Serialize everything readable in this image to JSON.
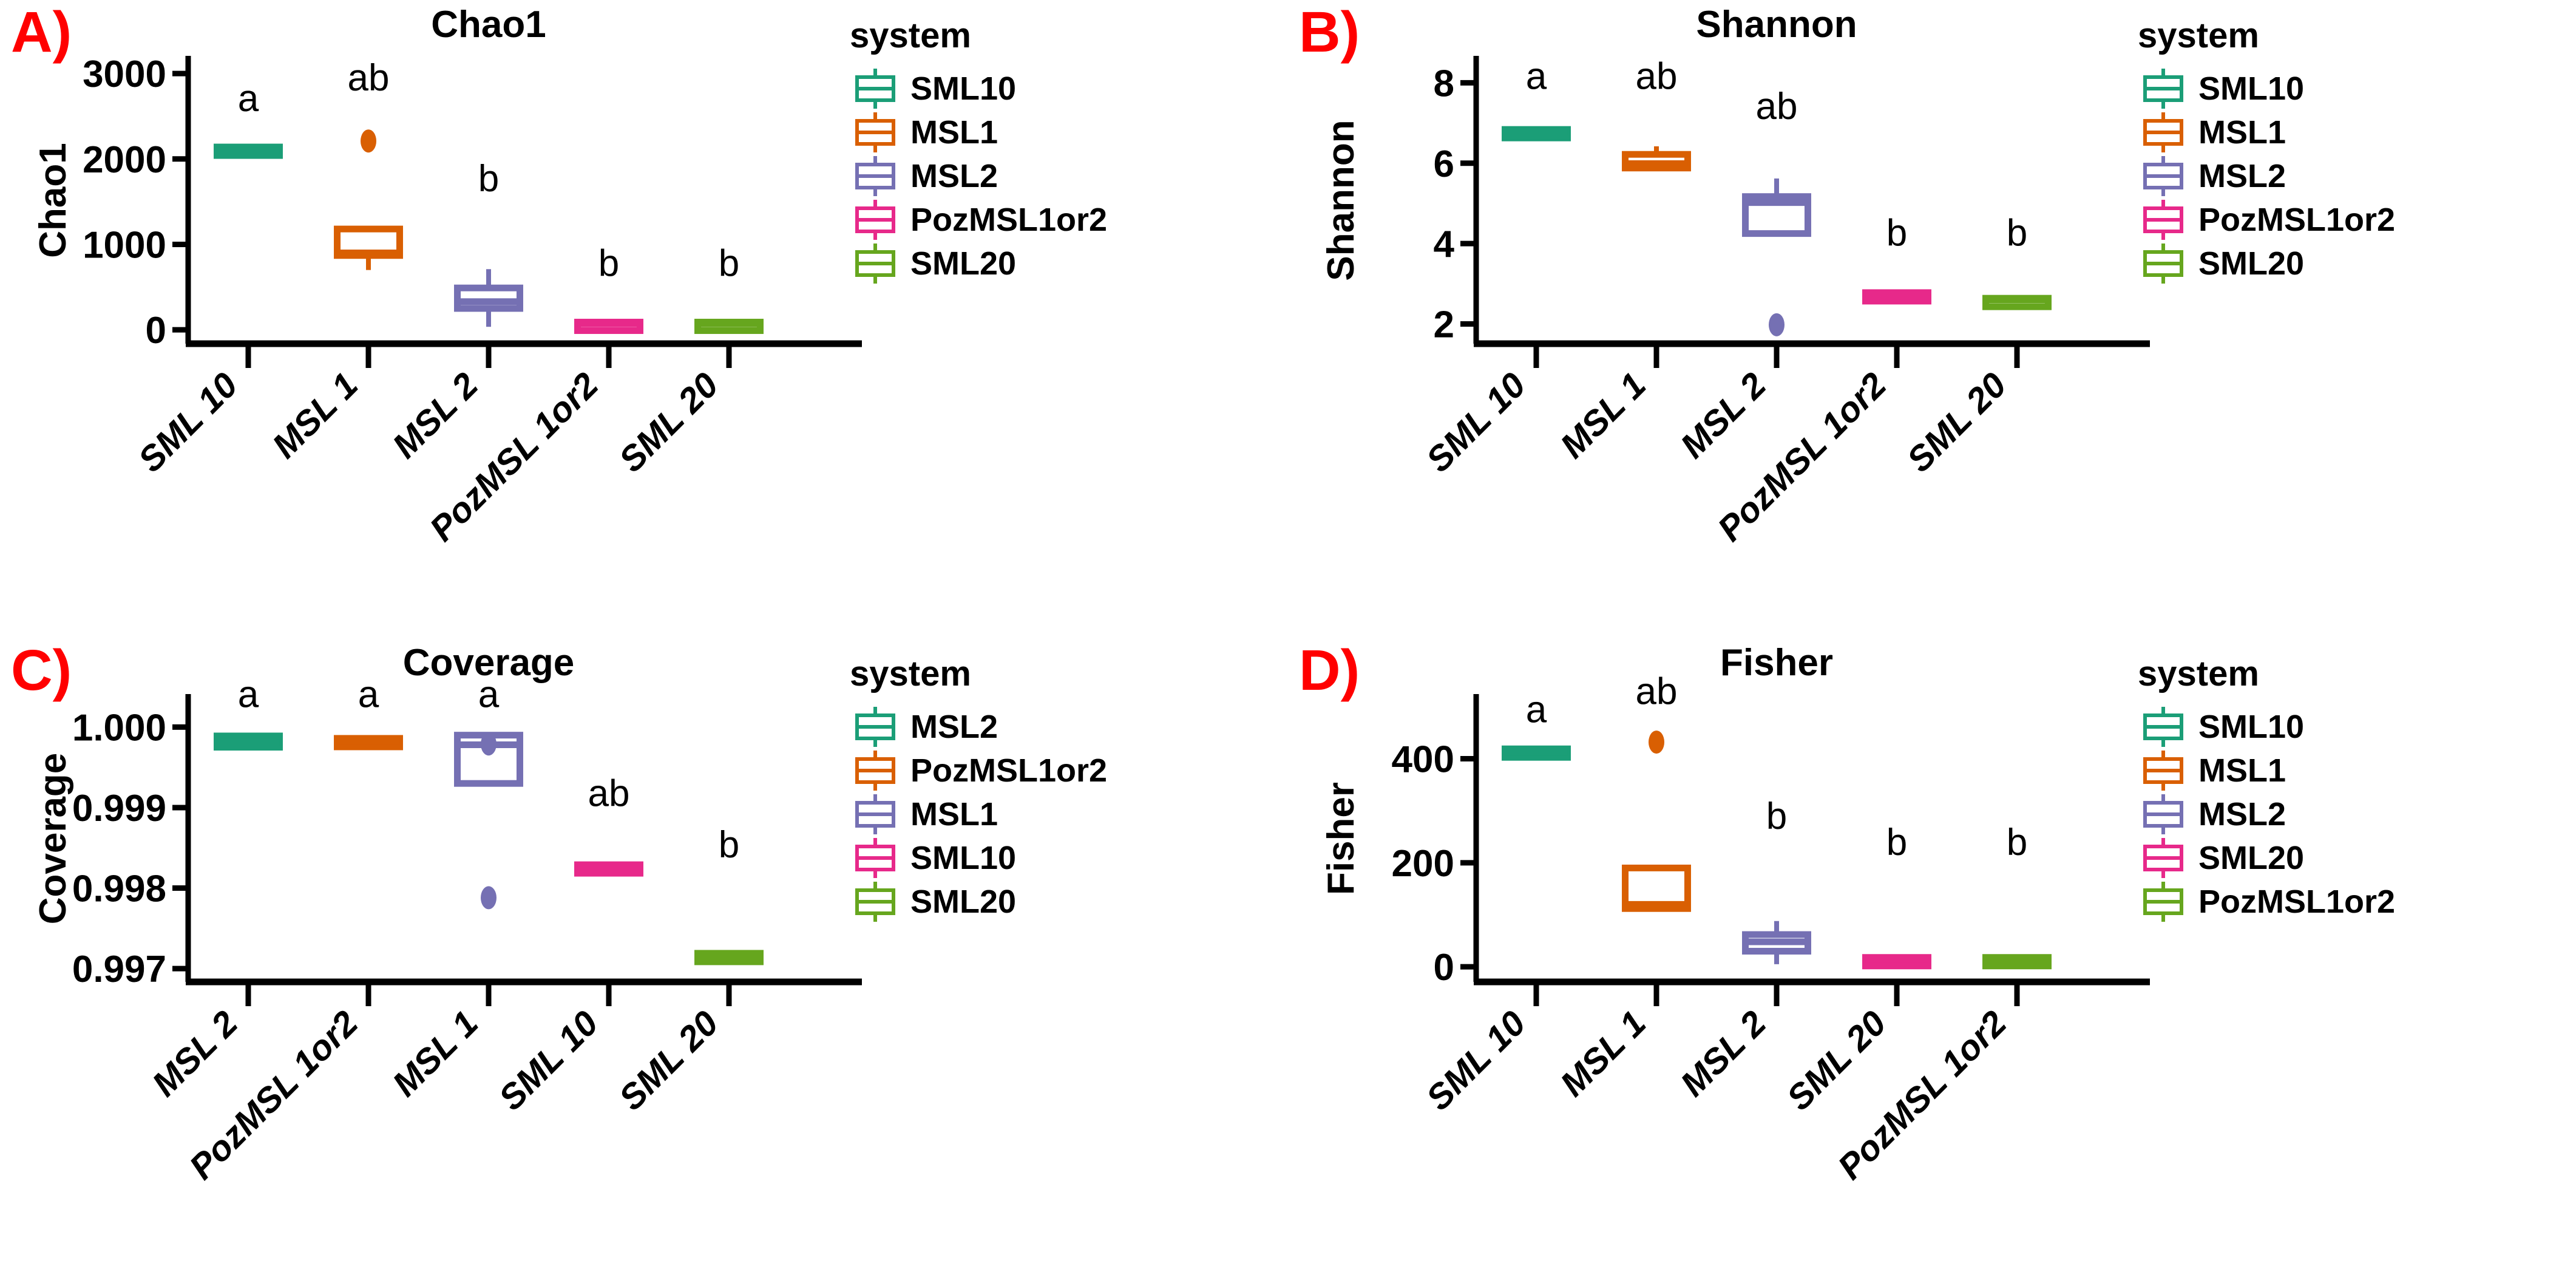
{
  "figure": {
    "background": "#ffffff",
    "panel_letter_color": "#ff0000",
    "palette": {
      "teal": "#1B9E77",
      "orange": "#D95F02",
      "purple": "#7570B3",
      "pink": "#E7298A",
      "green": "#66A61E"
    }
  },
  "panels": [
    {
      "letter": "A)",
      "title": "Chao1",
      "ylabel": "Chao1",
      "legend_title": "system",
      "legend": [
        {
          "label": "SML10",
          "color": "#1B9E77"
        },
        {
          "label": "MSL1",
          "color": "#D95F02"
        },
        {
          "label": "MSL2",
          "color": "#7570B3"
        },
        {
          "label": "PozMSL1or2",
          "color": "#E7298A"
        },
        {
          "label": "SML20",
          "color": "#66A61E"
        }
      ],
      "chart_data": {
        "type": "box",
        "title": "Chao1",
        "xlabel": "",
        "ylabel": "Chao1",
        "ylim": [
          -120,
          3150
        ],
        "yticks": [
          0,
          1000,
          2000,
          3000
        ],
        "ytick_labels": [
          "0",
          "1000",
          "2000",
          "3000"
        ],
        "categories": [
          "SML 10",
          "MSL 1",
          "MSL 2",
          "PozMSL 1or2",
          "SML 20"
        ],
        "annotations": [
          "a",
          "ab",
          "b",
          "b",
          "b"
        ],
        "annotation_y": [
          2560,
          2800,
          1620,
          630,
          630
        ],
        "boxes": [
          {
            "name": "SML 10",
            "color": "#1B9E77",
            "q1": 2060,
            "median": 2100,
            "q3": 2140,
            "lower_whisker": 2060,
            "upper_whisker": 2140,
            "outliers": []
          },
          {
            "name": "MSL 1",
            "color": "#D95F02",
            "q1": 870,
            "median": 900,
            "q3": 1180,
            "lower_whisker": 700,
            "upper_whisker": 1180,
            "outliers": [
              2210
            ]
          },
          {
            "name": "MSL 2",
            "color": "#7570B3",
            "q1": 250,
            "median": 330,
            "q3": 490,
            "lower_whisker": 35,
            "upper_whisker": 710,
            "outliers": []
          },
          {
            "name": "PozMSL 1or2",
            "color": "#E7298A",
            "q1": 50,
            "median": 70,
            "q3": 90,
            "lower_whisker": 50,
            "upper_whisker": 90,
            "outliers": []
          },
          {
            "name": "SML 20",
            "color": "#66A61E",
            "q1": 50,
            "median": 70,
            "q3": 90,
            "lower_whisker": 50,
            "upper_whisker": 90,
            "outliers": []
          }
        ]
      }
    },
    {
      "letter": "B)",
      "title": "Shannon",
      "ylabel": "Shannon",
      "legend_title": "system",
      "legend": [
        {
          "label": "SML10",
          "color": "#1B9E77"
        },
        {
          "label": "MSL1",
          "color": "#D95F02"
        },
        {
          "label": "MSL2",
          "color": "#7570B3"
        },
        {
          "label": "PozMSL1or2",
          "color": "#E7298A"
        },
        {
          "label": "SML20",
          "color": "#66A61E"
        }
      ],
      "chart_data": {
        "type": "box",
        "title": "Shannon",
        "xlabel": "",
        "ylabel": "Shannon",
        "ylim": [
          1.6,
          8.55
        ],
        "yticks": [
          2,
          4,
          6,
          8
        ],
        "ytick_labels": [
          "2",
          "4",
          "6",
          "8"
        ],
        "categories": [
          "SML 10",
          "MSL 1",
          "MSL 2",
          "PozMSL 1or2",
          "SML 20"
        ],
        "annotations": [
          "a",
          "ab",
          "ab",
          "b",
          "b"
        ],
        "annotation_y": [
          7.85,
          7.85,
          7.1,
          3.95,
          3.95
        ],
        "boxes": [
          {
            "name": "SML 10",
            "color": "#1B9E77",
            "q1": 6.72,
            "median": 6.78,
            "q3": 6.84,
            "lower_whisker": 6.72,
            "upper_whisker": 6.84,
            "outliers": []
          },
          {
            "name": "MSL 1",
            "color": "#D95F02",
            "q1": 5.88,
            "median": 5.99,
            "q3": 6.22,
            "lower_whisker": 5.82,
            "upper_whisker": 6.42,
            "outliers": []
          },
          {
            "name": "MSL 2",
            "color": "#7570B3",
            "q1": 4.25,
            "median": 5.02,
            "q3": 5.17,
            "lower_whisker": 4.25,
            "upper_whisker": 5.62,
            "outliers": [
              1.98
            ]
          },
          {
            "name": "PozMSL 1or2",
            "color": "#E7298A",
            "q1": 2.68,
            "median": 2.73,
            "q3": 2.78,
            "lower_whisker": 2.68,
            "upper_whisker": 2.78,
            "outliers": []
          },
          {
            "name": "SML 20",
            "color": "#66A61E",
            "q1": 2.56,
            "median": 2.6,
            "q3": 2.64,
            "lower_whisker": 2.56,
            "upper_whisker": 2.64,
            "outliers": []
          }
        ]
      }
    },
    {
      "letter": "C)",
      "title": "Coverage",
      "ylabel": "Coverage",
      "legend_title": "system",
      "legend": [
        {
          "label": "MSL2",
          "color": "#1B9E77"
        },
        {
          "label": "PozMSL1or2",
          "color": "#D95F02"
        },
        {
          "label": "MSL1",
          "color": "#7570B3"
        },
        {
          "label": "SML10",
          "color": "#E7298A"
        },
        {
          "label": "SML20",
          "color": "#66A61E"
        }
      ],
      "chart_data": {
        "type": "box",
        "title": "Coverage",
        "xlabel": "",
        "ylabel": "Coverage",
        "ylim": [
          0.99688,
          1.00035
        ],
        "yticks": [
          0.997,
          0.998,
          0.999,
          1.0
        ],
        "ytick_labels": [
          "0.997",
          "0.998",
          "0.999",
          "1.000"
        ],
        "categories": [
          "MSL 2",
          "PozMSL 1or2",
          "MSL 1",
          "SML 10",
          "SML 20"
        ],
        "annotations": [
          "a",
          "a",
          "a",
          "ab",
          "b"
        ],
        "annotation_y": [
          1.00025,
          1.00025,
          1.00025,
          0.99902,
          0.99838
        ],
        "boxes": [
          {
            "name": "MSL 2",
            "color": "#1B9E77",
            "q1": 0.99975,
            "median": 0.99981,
            "q3": 0.99989,
            "lower_whisker": 0.99975,
            "upper_whisker": 0.99989,
            "outliers": []
          },
          {
            "name": "PozMSL 1or2",
            "color": "#D95F02",
            "q1": 0.99978,
            "median": 0.99982,
            "q3": 0.99986,
            "lower_whisker": 0.99978,
            "upper_whisker": 0.99986,
            "outliers": []
          },
          {
            "name": "MSL 1",
            "color": "#7570B3",
            "q1": 0.9993,
            "median": 0.99978,
            "q3": 0.9999,
            "lower_whisker": 0.9993,
            "upper_whisker": 0.9999,
            "outliers": [
              0.99979
            ]
          },
          {
            "name": "SML 10",
            "color": "#E7298A",
            "q1": 0.99823,
            "median": 0.99826,
            "q3": 0.99829,
            "lower_whisker": 0.99823,
            "upper_whisker": 0.99829,
            "outliers": []
          },
          {
            "name": "SML 20",
            "color": "#66A61E",
            "q1": 0.99713,
            "median": 0.99716,
            "q3": 0.99719,
            "lower_whisker": 0.99713,
            "upper_whisker": 0.99719,
            "outliers": []
          }
        ],
        "extra_outliers": [
          {
            "category_index": 2,
            "value": 0.99788,
            "color": "#7570B3"
          }
        ]
      }
    },
    {
      "letter": "D)",
      "title": "Fisher",
      "ylabel": "Fisher",
      "legend_title": "system",
      "legend": [
        {
          "label": "SML10",
          "color": "#1B9E77"
        },
        {
          "label": "MSL1",
          "color": "#D95F02"
        },
        {
          "label": "MSL2",
          "color": "#7570B3"
        },
        {
          "label": "SML20",
          "color": "#E7298A"
        },
        {
          "label": "PozMSL1or2",
          "color": "#66A61E"
        }
      ],
      "chart_data": {
        "type": "box",
        "title": "Fisher",
        "xlabel": "",
        "ylabel": "Fisher",
        "ylim": [
          -22,
          515
        ],
        "yticks": [
          0,
          200,
          400
        ],
        "ytick_labels": [
          "0",
          "200",
          "400"
        ],
        "categories": [
          "SML 10",
          "MSL 1",
          "MSL 2",
          "SML 20",
          "PozMSL 1or2"
        ],
        "annotations": [
          "a",
          "ab",
          "b",
          "b",
          "b"
        ],
        "annotation_y": [
          470,
          505,
          265,
          215,
          215
        ],
        "boxes": [
          {
            "name": "SML 10",
            "color": "#1B9E77",
            "q1": 405,
            "median": 412,
            "q3": 419,
            "lower_whisker": 405,
            "upper_whisker": 419,
            "outliers": []
          },
          {
            "name": "MSL 1",
            "color": "#D95F02",
            "q1": 112,
            "median": 120,
            "q3": 190,
            "lower_whisker": 112,
            "upper_whisker": 190,
            "outliers": [
              432
            ]
          },
          {
            "name": "MSL 2",
            "color": "#7570B3",
            "q1": 30,
            "median": 48,
            "q3": 62,
            "lower_whisker": 5,
            "upper_whisker": 88,
            "outliers": []
          },
          {
            "name": "SML 20",
            "color": "#E7298A",
            "q1": 10,
            "median": 14,
            "q3": 18,
            "lower_whisker": 10,
            "upper_whisker": 18,
            "outliers": []
          },
          {
            "name": "PozMSL 1or2",
            "color": "#66A61E",
            "q1": 10,
            "median": 14,
            "q3": 18,
            "lower_whisker": 10,
            "upper_whisker": 18,
            "outliers": []
          }
        ]
      }
    }
  ]
}
